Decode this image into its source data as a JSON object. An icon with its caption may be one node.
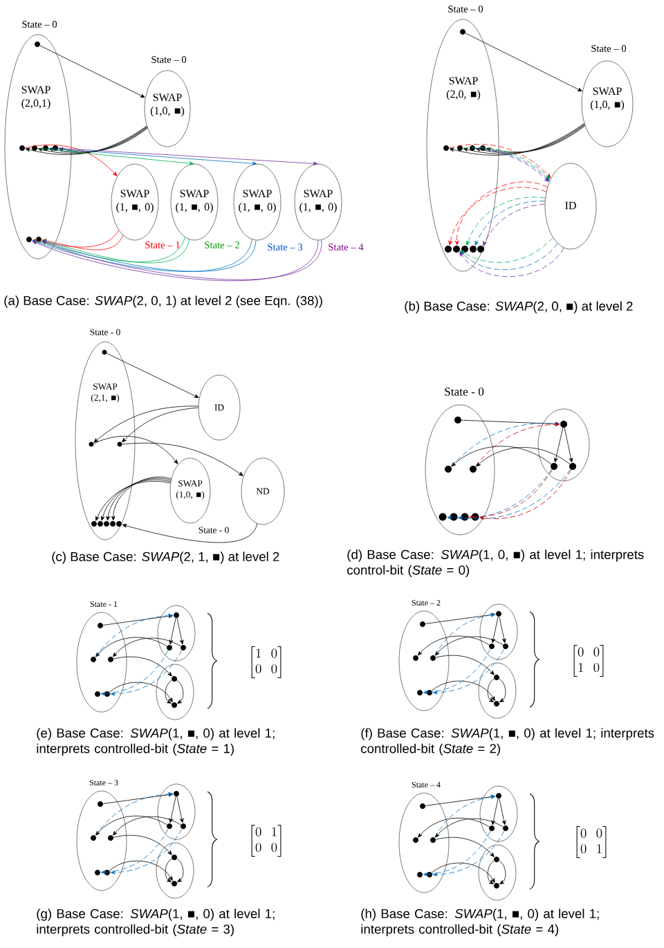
{
  "diagram": {
    "nodes": [
      {
        "text": [
          "SWAP (2,0,1)"
        ],
        "beside": [
          "State – 0"
        ]
      },
      {
        "text": [],
        "shape": "circle",
        "in": 0
      },
      {
        "text": [],
        "shape": "circle",
        "in": 0
      },
      {
        "text": [],
        "shape": "circle",
        "in": 0
      },
      {
        "text": [],
        "shape": "circle",
        "in": 0
      },
      {
        "text": [],
        "shape": "circle",
        "in": 0
      },
      {
        "text": [],
        "shape": "circle",
        "in": 0
      },
      {
        "text": [],
        "shape": "circle",
        "in": 0
      },
      {
        "text": [
          "SWAP (1,0, ■)"
        ],
        "beside": [
          "State – 0"
        ]
      },
      {
        "text": [
          "SWAP (1, ■, 0)"
        ],
        "beside": [
          "State – 1"
        ]
      },
      {
        "text": [
          "SWAP (1, ■, 0)"
        ],
        "beside": [
          "State – 2"
        ]
      },
      {
        "text": [
          "SWAP (1, ■, 0)"
        ],
        "beside": [
          "State – 3"
        ]
      },
      {
        "text": [
          "SWAP (1, ■, 0)"
        ],
        "beside": [
          "State – 4"
        ]
      },
      {
        "text": [
          "SWAP (2,0, ■)"
        ],
        "beside": [
          "State – 0"
        ]
      },
      {
        "text": [],
        "shape": "circle",
        "in": 13
      },
      {
        "text": [],
        "shape": "circle",
        "in": 13
      },
      {
        "text": [],
        "shape": "circle",
        "in": 13
      },
      {
        "text": [],
        "shape": "circle",
        "in": 13
      },
      {
        "text": [],
        "shape": "circle",
        "in": 13
      },
      {
        "text": [],
        "shape": "circle",
        "in": 13
      },
      {
        "text": [],
        "shape": "circle",
        "in": 13
      },
      {
        "text": [],
        "shape": "circle",
        "in": 13
      },
      {
        "text": [],
        "shape": "circle",
        "in": 13
      },
      {
        "text": [],
        "shape": "circle",
        "in": 13
      },
      {
        "text": [
          "SWAP (1,0, ■)"
        ],
        "beside": [
          "State – 0"
        ]
      },
      {
        "text": [
          "ID"
        ]
      },
      {
        "text": [
          "SWAP (2,1, ■)"
        ],
        "beside": [
          "State - 0"
        ]
      },
      {
        "text": [],
        "shape": "circle",
        "in": 26
      },
      {
        "text": [],
        "shape": "circle",
        "in": 26
      },
      {
        "text": [],
        "shape": "circle",
        "in": 26
      },
      {
        "text": [],
        "shape": "circle",
        "in": 26
      },
      {
        "text": [],
        "shape": "circle",
        "in": 26
      },
      {
        "text": [],
        "shape": "circle",
        "in": 26
      },
      {
        "text": [],
        "shape": "circle",
        "in": 26
      },
      {
        "text": [],
        "shape": "circle",
        "in": 26
      },
      {
        "text": [
          "ID"
        ]
      },
      {
        "text": [
          "SWAP (1,0, ■)"
        ]
      },
      {
        "text": [
          "ND"
        ]
      },
      {
        "text": [],
        "shape": "ellipse",
        "beside": [
          "State - 0"
        ]
      },
      {
        "text": [],
        "shape": "ellipse"
      },
      {
        "text": [],
        "shape": "circle",
        "in": 38
      },
      {
        "text": [],
        "shape": "circle",
        "in": 38
      },
      {
        "text": [],
        "shape": "circle",
        "in": 38
      },
      {
        "text": [],
        "shape": "circle",
        "in": 38
      },
      {
        "text": [],
        "shape": "circle",
        "in": 38
      },
      {
        "text": [],
        "shape": "circle",
        "in": 38
      },
      {
        "text": [],
        "shape": "circle",
        "in": 38
      },
      {
        "text": [],
        "shape": "circle",
        "in": 39
      },
      {
        "text": [],
        "shape": "circle",
        "in": 39
      },
      {
        "text": [],
        "shape": "circle",
        "in": 39
      },
      {
        "text": [],
        "shape": "ellipse",
        "beside": [
          "State - 1"
        ]
      },
      {
        "text": [],
        "shape": "ellipse"
      },
      {
        "text": [],
        "shape": "ellipse"
      },
      {
        "text": [],
        "shape": "circle",
        "in": 50
      },
      {
        "text": [],
        "shape": "circle",
        "in": 50
      },
      {
        "text": [],
        "shape": "circle",
        "in": 50
      },
      {
        "text": [],
        "shape": "circle",
        "in": 50
      },
      {
        "text": [],
        "shape": "circle",
        "in": 50
      },
      {
        "text": [],
        "shape": "circle",
        "in": 51
      },
      {
        "text": [],
        "shape": "circle",
        "in": 51
      },
      {
        "text": [],
        "shape": "circle",
        "in": 51
      },
      {
        "text": [],
        "shape": "circle",
        "in": 52
      },
      {
        "text": [],
        "shape": "circle",
        "in": 52
      },
      {
        "text": [],
        "shape": "ellipse",
        "beside": [
          "State – 2"
        ]
      },
      {
        "text": [],
        "shape": "ellipse"
      },
      {
        "text": [],
        "shape": "ellipse"
      },
      {
        "text": [],
        "shape": "circle",
        "in": 63
      },
      {
        "text": [],
        "shape": "circle",
        "in": 63
      },
      {
        "text": [],
        "shape": "circle",
        "in": 63
      },
      {
        "text": [],
        "shape": "circle",
        "in": 63
      },
      {
        "text": [],
        "shape": "circle",
        "in": 63
      },
      {
        "text": [],
        "shape": "circle",
        "in": 64
      },
      {
        "text": [],
        "shape": "circle",
        "in": 64
      },
      {
        "text": [],
        "shape": "circle",
        "in": 64
      },
      {
        "text": [],
        "shape": "circle",
        "in": 65
      },
      {
        "text": [],
        "shape": "circle",
        "in": 65
      },
      {
        "text": [],
        "shape": "ellipse",
        "beside": [
          "State – 3"
        ]
      },
      {
        "text": [],
        "shape": "ellipse"
      },
      {
        "text": [],
        "shape": "ellipse"
      },
      {
        "text": [],
        "shape": "circle",
        "in": 76
      },
      {
        "text": [],
        "shape": "circle",
        "in": 76
      },
      {
        "text": [],
        "shape": "circle",
        "in": 76
      },
      {
        "text": [],
        "shape": "circle",
        "in": 76
      },
      {
        "text": [],
        "shape": "circle",
        "in": 76
      },
      {
        "text": [],
        "shape": "circle",
        "in": 77
      },
      {
        "text": [],
        "shape": "circle",
        "in": 77
      },
      {
        "text": [],
        "shape": "circle",
        "in": 77
      },
      {
        "text": [],
        "shape": "circle",
        "in": 78
      },
      {
        "text": [],
        "shape": "circle",
        "in": 78
      },
      {
        "text": [],
        "shape": "ellipse",
        "beside": [
          "State – 4"
        ]
      },
      {
        "text": [],
        "shape": "ellipse"
      },
      {
        "text": [],
        "shape": "ellipse"
      },
      {
        "text": [],
        "shape": "circle",
        "in": 89
      },
      {
        "text": [],
        "shape": "circle",
        "in": 89
      },
      {
        "text": [],
        "shape": "circle",
        "in": 89
      },
      {
        "text": [],
        "shape": "circle",
        "in": 89
      },
      {
        "text": [],
        "shape": "circle",
        "in": 89
      },
      {
        "text": [],
        "shape": "circle",
        "in": 90
      },
      {
        "text": [],
        "shape": "circle",
        "in": 90
      },
      {
        "text": [],
        "shape": "circle",
        "in": 90
      },
      {
        "text": [],
        "shape": "circle",
        "in": 91
      },
      {
        "text": [],
        "shape": "circle",
        "in": 91
      }
    ],
    "edges": [
      {
        "from": 1,
        "to": 8,
        "arrow": "to"
      },
      {
        "from": 8,
        "to": 2,
        "arrow": "to"
      },
      {
        "from": 8,
        "to": 3,
        "arrow": "to"
      },
      {
        "from": 8,
        "to": 4,
        "arrow": "to"
      },
      {
        "from": 8,
        "to": 5,
        "arrow": "to"
      },
      {
        "from": 2,
        "to": 9,
        "arrow": "to",
        "color": "#ff0000"
      },
      {
        "from": 3,
        "to": 10,
        "arrow": "to",
        "color": "#00b050"
      },
      {
        "from": 4,
        "to": 11,
        "arrow": "to",
        "color": "#0070c0"
      },
      {
        "from": 5,
        "to": 12,
        "arrow": "to",
        "color": "#7030a0"
      },
      {
        "from": 9,
        "to": 6,
        "arrow": "to",
        "color": "#ff0000"
      },
      {
        "from": 9,
        "to": 7,
        "arrow": "to",
        "color": "#ff0000"
      },
      {
        "from": 10,
        "to": 6,
        "arrow": "to",
        "color": "#00b050"
      },
      {
        "from": 10,
        "to": 7,
        "arrow": "to",
        "color": "#00b050"
      },
      {
        "from": 11,
        "to": 6,
        "arrow": "to",
        "color": "#0070c0"
      },
      {
        "from": 11,
        "to": 7,
        "arrow": "to",
        "color": "#0070c0"
      },
      {
        "from": 12,
        "to": 6,
        "arrow": "to",
        "color": "#7030a0"
      },
      {
        "from": 12,
        "to": 7,
        "arrow": "to",
        "color": "#7030a0"
      },
      {
        "from": 14,
        "to": 24,
        "arrow": "to"
      },
      {
        "from": 24,
        "to": 15,
        "arrow": "to"
      },
      {
        "from": 24,
        "to": 16,
        "arrow": "to"
      },
      {
        "from": 24,
        "to": 17,
        "arrow": "to"
      },
      {
        "from": 24,
        "to": 18,
        "arrow": "to"
      },
      {
        "from": 15,
        "to": 25,
        "arrow": "to",
        "style": "dashed",
        "color": "#ff0000"
      },
      {
        "from": 16,
        "to": 25,
        "arrow": "to",
        "style": "dashed",
        "color": "#00b050"
      },
      {
        "from": 17,
        "to": 25,
        "arrow": "to",
        "style": "dashed",
        "color": "#0070c0"
      },
      {
        "from": 18,
        "to": 25,
        "arrow": "to",
        "style": "dashed",
        "color": "#7030a0"
      },
      {
        "from": 25,
        "to": 19,
        "arrow": "to",
        "style": "dashed",
        "color": "#ff0000"
      },
      {
        "from": 25,
        "to": 20,
        "arrow": "to",
        "style": "dashed",
        "color": "#ff0000"
      },
      {
        "from": 25,
        "to": 21,
        "arrow": "to",
        "style": "dashed",
        "color": "#00b050"
      },
      {
        "from": 25,
        "to": 22,
        "arrow": "to",
        "style": "dashed",
        "color": "#0070c0"
      },
      {
        "from": 25,
        "to": 23,
        "arrow": "to",
        "style": "dashed",
        "color": "#7030a0"
      },
      {
        "from": 25,
        "to": 20,
        "arrow": "to",
        "style": "dashed",
        "color": "#00b050"
      },
      {
        "from": 25,
        "to": 20,
        "arrow": "to",
        "style": "dashed",
        "color": "#0070c0"
      },
      {
        "from": 25,
        "to": 20,
        "arrow": "to",
        "style": "dashed",
        "color": "#7030a0"
      },
      {
        "from": 27,
        "to": 35,
        "arrow": "to"
      },
      {
        "from": 35,
        "to": 28,
        "arrow": "to"
      },
      {
        "from": 35,
        "to": 29,
        "arrow": "to"
      },
      {
        "from": 28,
        "to": 36,
        "arrow": "to"
      },
      {
        "from": 29,
        "to": 37,
        "arrow": "to"
      },
      {
        "from": 36,
        "to": 30,
        "arrow": "to"
      },
      {
        "from": 36,
        "to": 31,
        "arrow": "to"
      },
      {
        "from": 36,
        "to": 32,
        "arrow": "to"
      },
      {
        "from": 36,
        "to": 33,
        "arrow": "to"
      },
      {
        "from": 37,
        "to": 34,
        "arrow": "to"
      },
      {
        "from": 40,
        "to": 47,
        "arrow": "to"
      },
      {
        "from": 47,
        "to": 48,
        "arrow": "to"
      },
      {
        "from": 47,
        "to": 49,
        "arrow": "to"
      },
      {
        "from": 48,
        "to": 41,
        "arrow": "to"
      },
      {
        "from": 49,
        "to": 42,
        "arrow": "to"
      },
      {
        "from": 41,
        "to": 47,
        "arrow": "to",
        "style": "dashed",
        "color": "#0070c0"
      },
      {
        "from": 48,
        "to": 43,
        "arrow": "to",
        "style": "dashed",
        "color": "#0070c0"
      },
      {
        "from": 49,
        "to": 44,
        "arrow": "to",
        "style": "dashed",
        "color": "#0070c0"
      },
      {
        "from": 42,
        "to": 47,
        "arrow": "to",
        "style": "dashed",
        "color": "#c00000"
      },
      {
        "from": 48,
        "to": 45,
        "arrow": "to",
        "style": "dashed",
        "color": "#c00000"
      },
      {
        "from": 49,
        "to": 46,
        "arrow": "to",
        "style": "dashed",
        "color": "#c00000"
      },
      {
        "from": 53,
        "to": 58,
        "arrow": "to"
      },
      {
        "from": 58,
        "to": 59,
        "arrow": "to"
      },
      {
        "from": 58,
        "to": 60,
        "arrow": "to"
      },
      {
        "from": 59,
        "to": 54,
        "arrow": "to"
      },
      {
        "from": 60,
        "to": 55,
        "arrow": "to"
      },
      {
        "from": 55,
        "to": 61,
        "arrow": "to"
      },
      {
        "from": 61,
        "to": 62,
        "arrow": "to"
      },
      {
        "from": 61,
        "to": 62,
        "arrow": "to"
      },
      {
        "from": 57,
        "to": 62,
        "arrow": "to"
      },
      {
        "from": 54,
        "to": 58,
        "arrow": "to",
        "style": "dashed",
        "color": "#0070c0"
      },
      {
        "from": 59,
        "to": 56,
        "arrow": "to",
        "style": "dashed",
        "color": "#0070c0"
      },
      {
        "from": 60,
        "to": 57,
        "arrow": "to",
        "style": "dashed",
        "color": "#0070c0"
      },
      {
        "from": 66,
        "to": 71,
        "arrow": "to"
      },
      {
        "from": 71,
        "to": 72,
        "arrow": "to"
      },
      {
        "from": 71,
        "to": 73,
        "arrow": "to"
      },
      {
        "from": 72,
        "to": 67,
        "arrow": "to"
      },
      {
        "from": 73,
        "to": 68,
        "arrow": "to"
      },
      {
        "from": 68,
        "to": 74,
        "arrow": "to"
      },
      {
        "from": 74,
        "to": 75,
        "arrow": "to"
      },
      {
        "from": 74,
        "to": 75,
        "arrow": "to"
      },
      {
        "from": 70,
        "to": 75,
        "arrow": "to"
      },
      {
        "from": 68,
        "to": 71,
        "arrow": "to",
        "style": "dashed",
        "color": "#0070c0"
      },
      {
        "from": 72,
        "to": 69,
        "arrow": "to",
        "style": "dashed",
        "color": "#0070c0"
      },
      {
        "from": 73,
        "to": 70,
        "arrow": "to",
        "style": "dashed",
        "color": "#0070c0"
      },
      {
        "from": 79,
        "to": 84,
        "arrow": "to"
      },
      {
        "from": 84,
        "to": 85,
        "arrow": "to"
      },
      {
        "from": 84,
        "to": 86,
        "arrow": "to"
      },
      {
        "from": 85,
        "to": 80,
        "arrow": "to"
      },
      {
        "from": 86,
        "to": 81,
        "arrow": "to"
      },
      {
        "from": 81,
        "to": 87,
        "arrow": "to"
      },
      {
        "from": 87,
        "to": 88,
        "arrow": "to"
      },
      {
        "from": 87,
        "to": 88,
        "arrow": "to"
      },
      {
        "from": 83,
        "to": 88,
        "arrow": "to"
      },
      {
        "from": 80,
        "to": 84,
        "arrow": "to",
        "style": "dashed",
        "color": "#0070c0"
      },
      {
        "from": 85,
        "to": 82,
        "arrow": "to",
        "style": "dashed",
        "color": "#0070c0"
      },
      {
        "from": 86,
        "to": 83,
        "arrow": "to",
        "style": "dashed",
        "color": "#0070c0"
      },
      {
        "from": 92,
        "to": 97,
        "arrow": "to"
      },
      {
        "from": 97,
        "to": 98,
        "arrow": "to"
      },
      {
        "from": 97,
        "to": 99,
        "arrow": "to"
      },
      {
        "from": 98,
        "to": 93,
        "arrow": "to"
      },
      {
        "from": 99,
        "to": 94,
        "arrow": "to"
      },
      {
        "from": 94,
        "to": 100,
        "arrow": "to"
      },
      {
        "from": 100,
        "to": 101,
        "arrow": "to"
      },
      {
        "from": 100,
        "to": 101,
        "arrow": "to"
      },
      {
        "from": 96,
        "to": 101,
        "arrow": "to"
      },
      {
        "from": 94,
        "to": 97,
        "arrow": "to",
        "style": "dashed",
        "color": "#0070c0"
      },
      {
        "from": 98,
        "to": 95,
        "arrow": "to",
        "style": "dashed",
        "color": "#0070c0"
      },
      {
        "from": 99,
        "to": 96,
        "arrow": "to",
        "style": "dashed",
        "color": "#0070c0"
      }
    ],
    "labels": [
      "(a) Base Case: *SWAP*(2, 0, 1) at level 2 (see Eqn. (38))",
      "(b) Base Case: *SWAP*(2, 0, ■) at level 2",
      "(c) Base Case: *SWAP*(2, 1, ■) at level 2",
      "(d) Base Case: *SWAP*(1, 0, ■) at level 1; interprets control-bit (*State* = 0)",
      "\\begin{bmatrix}1 & 0\\\\ 0 & 0\\end{bmatrix}",
      "\\begin{bmatrix}0 & 0\\\\ 1 & 0\\end{bmatrix}",
      "(e) Base Case: *SWAP*(1, ■, 0) at level 1; interprets controlled-bit (*State* = 1)",
      "(f) Base Case: *SWAP*(1, ■, 0) at level 1; interprets controlled-bit (*State* = 2)",
      "\\begin{bmatrix}0 & 1\\\\ 0 & 0\\end{bmatrix}",
      "\\begin{bmatrix}0 & 0\\\\ 0 & 1\\end{bmatrix}",
      "(g) Base Case: *SWAP*(1, ■, 0) at level 1; interprets controlled-bit (*State* = 3)",
      "(h) Base Case: *SWAP*(1, ■, 0) at level 1; interprets controlled-bit (*State* = 4)",
      "State - 0"
    ]
  }
}
